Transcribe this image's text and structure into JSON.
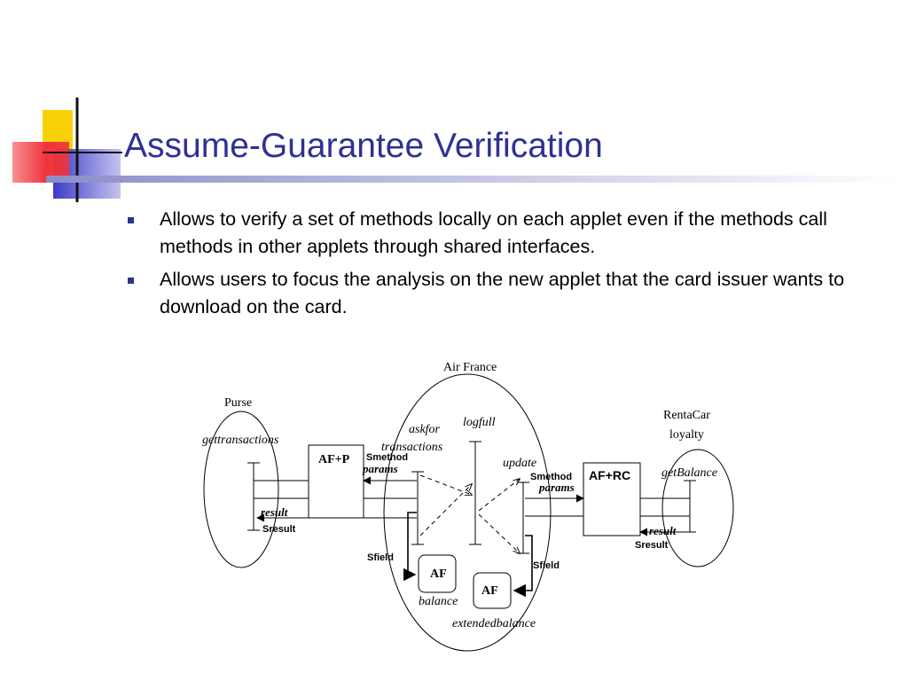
{
  "slide": {
    "title": "Assume-Guarantee Verification",
    "accent_colors": {
      "title": "#2e3192",
      "yellow": "#f7d208",
      "red": "#f0333a",
      "blue": "#3c3cc8"
    },
    "bullets": [
      "Allows to verify a set of methods locally on each applet even if the methods call methods in other applets through shared interfaces.",
      "Allows users to focus the analysis on the new applet that the card issuer wants to download on the card."
    ]
  },
  "diagram": {
    "air_france": "Air France",
    "purse": "Purse",
    "gettransactions": "gettransactions",
    "rentacar": "RentaCar",
    "loyalty": "loyalty",
    "getbalance": "getBalance",
    "askfor": "askfor",
    "transactions": "transactions",
    "logfull": "logfull",
    "update": "update",
    "af_p": "AF+P",
    "af_rc": "AF+RC",
    "smethod_left": "Smethod",
    "params_left": "params",
    "smethod_right": "Smethod",
    "params_right": "params",
    "result_left": "result",
    "sresult_left": "Sresult",
    "result_right": "result",
    "sresult_right": "Sresult",
    "sfield_left": "Sfield",
    "sfield_right": "Sfield",
    "af_balance_box": "AF",
    "balance": "balance",
    "af_ext_box": "AF",
    "extendedbalance": "extendedbalance"
  }
}
